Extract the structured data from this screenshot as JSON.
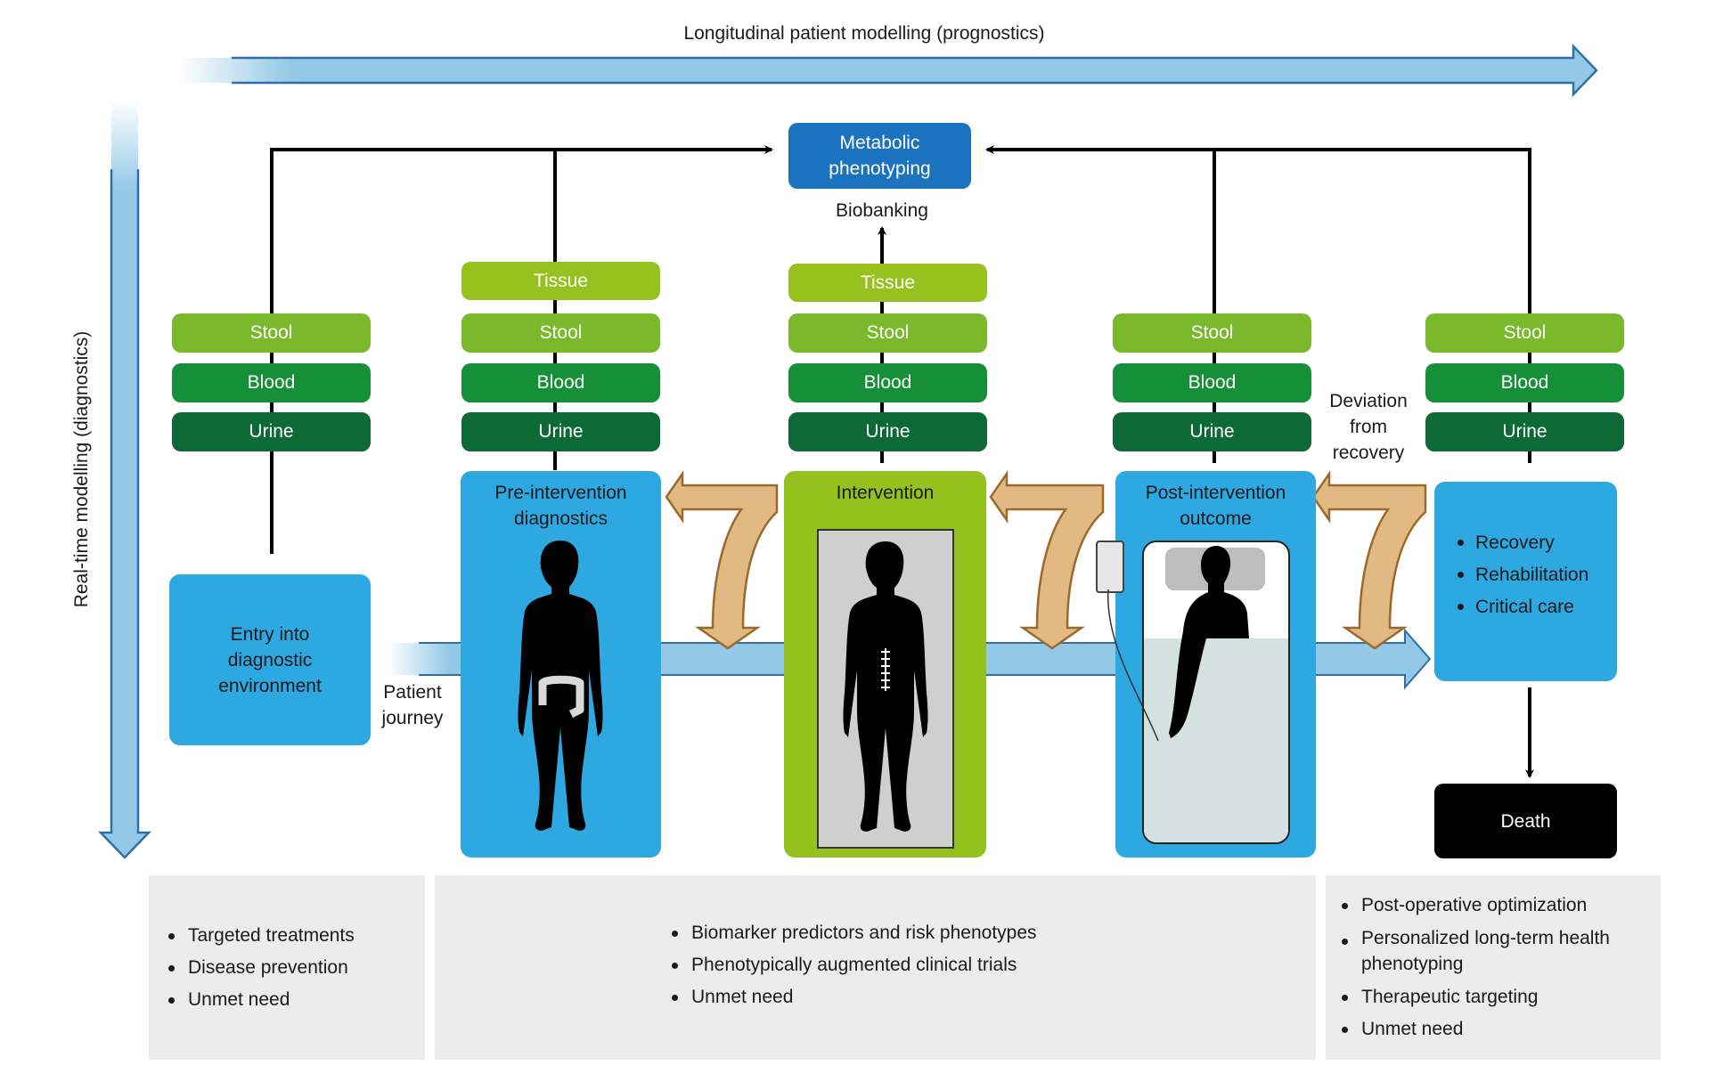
{
  "axes": {
    "longitudinal_label": "Longitudinal patient modelling (prognostics)",
    "realtime_label": "Real-time modelling (diagnostics)"
  },
  "colors": {
    "stage_blue": "#2DA8E1",
    "intervention_green": "#95C11F",
    "metabolic_blue": "#1B72BF",
    "tissue": "#97C11F",
    "stool": "#7AB92B",
    "blood": "#159038",
    "urine": "#0D6935",
    "feedback_arrow": "#E2B983",
    "flow_arrow": "#93C8E6",
    "panel_bg": "#ECECEC",
    "death": "#000000"
  },
  "hub": {
    "metabolic_line1": "Metabolic",
    "metabolic_line2": "phenotyping",
    "biobanking": "Biobanking"
  },
  "samples": {
    "tissue": "Tissue",
    "stool": "Stool",
    "blood": "Blood",
    "urine": "Urine"
  },
  "stages": {
    "entry": {
      "line1": "Entry into",
      "line2": "diagnostic",
      "line3": "environment"
    },
    "pre": {
      "line1": "Pre-intervention",
      "line2": "diagnostics"
    },
    "intervention": {
      "line1": "Intervention"
    },
    "post": {
      "line1": "Post-intervention",
      "line2": "outcome"
    },
    "outcome_items": [
      "Recovery",
      "Rehabilitation",
      "Critical care"
    ],
    "death": "Death"
  },
  "labels": {
    "patient_journey_1": "Patient",
    "patient_journey_2": "journey",
    "deviation_1": "Deviation",
    "deviation_2": "from",
    "deviation_3": "recovery"
  },
  "panels": {
    "left": [
      "Targeted treatments",
      "Disease prevention",
      "Unmet need"
    ],
    "middle": [
      "Biomarker predictors and risk phenotypes",
      "Phenotypically augmented clinical trials",
      "Unmet need"
    ],
    "right": [
      "Post-operative optimization",
      "Personalized long-term health phenotyping",
      "Therapeutic targeting",
      "Unmet need"
    ]
  }
}
